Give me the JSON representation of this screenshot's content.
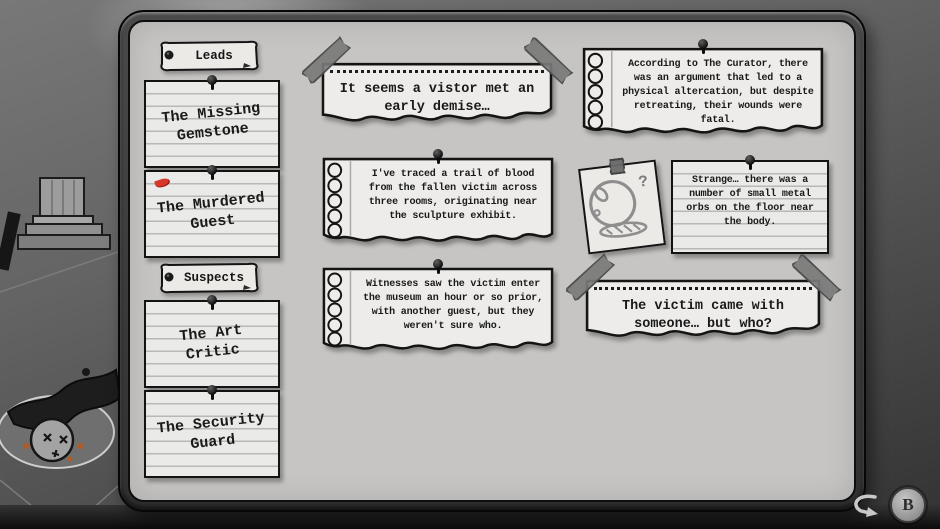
{
  "sidebar": {
    "sections": [
      {
        "tab": "Leads",
        "items": [
          "The Missing Gemstone",
          "The Murdered Guest"
        ]
      },
      {
        "tab": "Suspects",
        "items": [
          "The Art Critic",
          "The Security Guard"
        ]
      }
    ],
    "selected_item": "The Murdered Guest"
  },
  "notes": {
    "headline": "It seems a vistor met an early demise…",
    "curator": "According to The Curator, there was an argument that led to a physical altercation, but despite retreating, their wounds were fatal.",
    "blood_trail": "I've traced a trail of blood from the fallen victim across three rooms, originating near the sculpture exhibit.",
    "metal_orbs": "Strange… there was a number of small metal orbs on the floor near the body.",
    "witnesses": "Witnesses saw the victim enter the museum an hour or so prior, with another guest, but they weren't sure who.",
    "companion_question": "The victim came with someone… but who?",
    "sketch_symbol": "?"
  },
  "controls": {
    "back_button": "B"
  },
  "colors": {
    "accent_red": "#d8362b",
    "paper": "#edecea",
    "board_surface": "#c6c5c3"
  }
}
